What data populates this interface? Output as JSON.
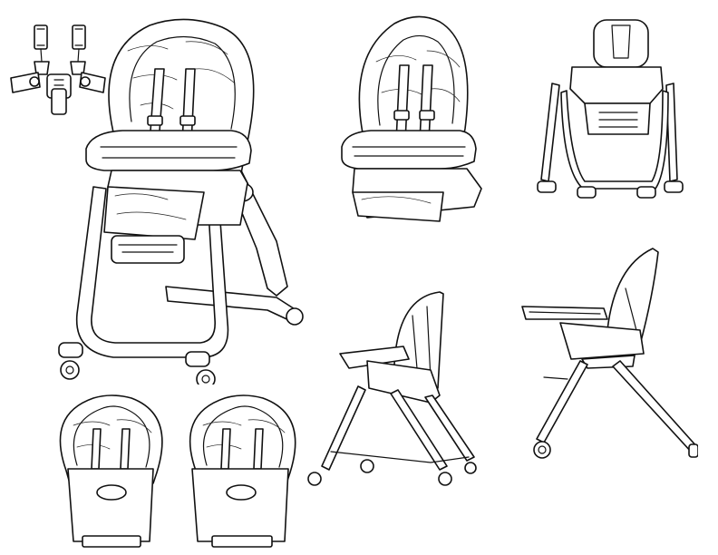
{
  "sheet": {
    "background": "#ffffff",
    "line_color": "#111111"
  },
  "figures": [
    {
      "key": "harness",
      "icon": "harness-buckle-icon"
    },
    {
      "key": "main",
      "icon": "high-chair-front-icon"
    },
    {
      "key": "booster",
      "icon": "booster-seat-icon"
    },
    {
      "key": "back",
      "icon": "high-chair-rear-icon"
    },
    {
      "key": "seat1",
      "icon": "seat-pad-icon"
    },
    {
      "key": "seat2",
      "icon": "seat-pad-icon"
    },
    {
      "key": "threequarter",
      "icon": "high-chair-angle-icon"
    },
    {
      "key": "side",
      "icon": "high-chair-side-icon"
    }
  ]
}
